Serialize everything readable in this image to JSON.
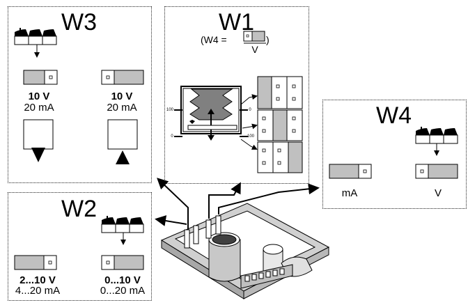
{
  "w3": {
    "title": "W3",
    "left_volt": "10 V",
    "left_ma": "20 mA",
    "right_volt": "10 V",
    "right_ma": "20 mA"
  },
  "w1": {
    "title": "W1",
    "note_prefix": "(W4 =",
    "note_suffix": ")",
    "note_label": "V",
    "tick_left_top": "100",
    "tick_left_bot": "0",
    "tick_right_top": "0",
    "tick_right_bot": "100"
  },
  "w4": {
    "title": "W4",
    "left_label": "mA",
    "right_label": "V"
  },
  "w2": {
    "title": "W2",
    "left_range1": "2...10 V",
    "left_range2": "4...20 mA",
    "right_range1": "0...10 V",
    "right_range2": "0...20 mA"
  },
  "colors": {
    "switch_fill": "#c0c0c0",
    "panel_border": "#222222",
    "drawing_fill": "#d0d0d0"
  }
}
